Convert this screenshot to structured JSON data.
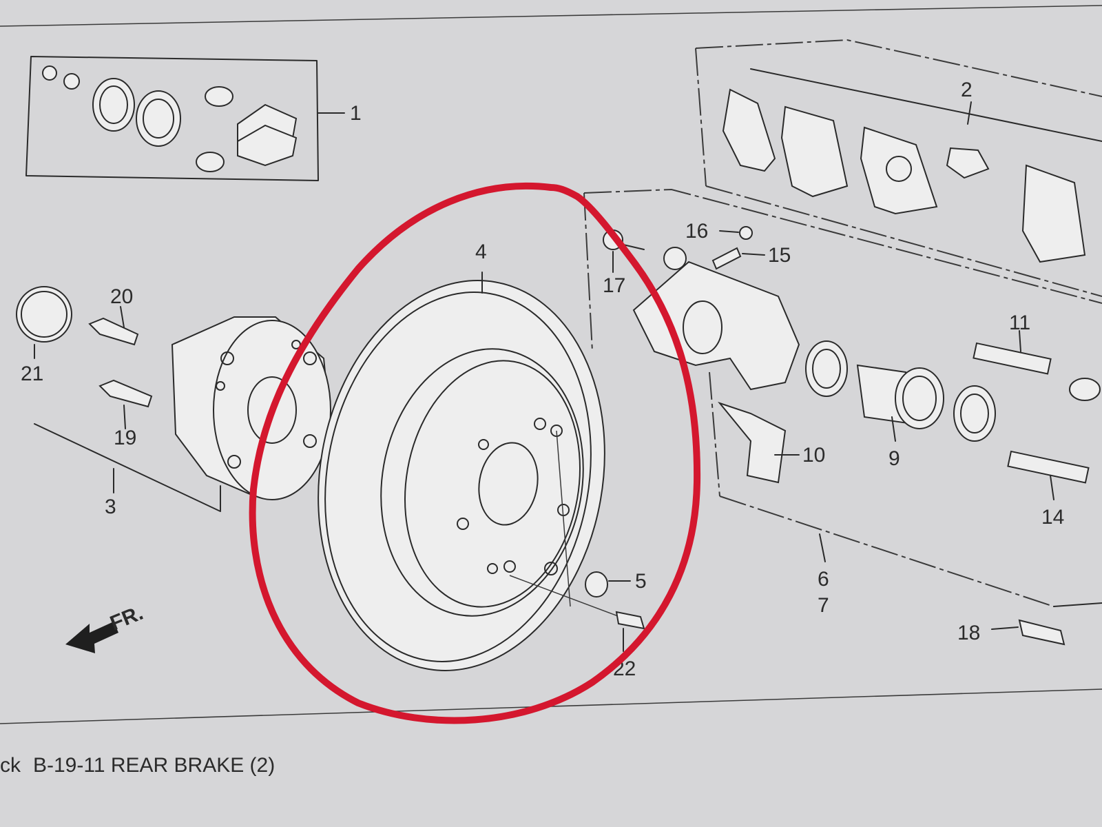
{
  "caption": {
    "prefix": "ck",
    "text": "B-19-11 REAR BRAKE (2)"
  },
  "direction_marker": "FR.",
  "callouts": {
    "c1": "1",
    "c2": "2",
    "c3": "3",
    "c4": "4",
    "c5": "5",
    "c6": "6",
    "c7": "7",
    "c9": "9",
    "c10": "10",
    "c11": "11",
    "c14": "14",
    "c15": "15",
    "c16": "16",
    "c17": "17",
    "c18": "18",
    "c19": "19",
    "c20": "20",
    "c21": "21",
    "c22": "22"
  },
  "colors": {
    "paper": "#d6d6d8",
    "ink": "#2a2a2a",
    "highlight": "#d4172e"
  }
}
